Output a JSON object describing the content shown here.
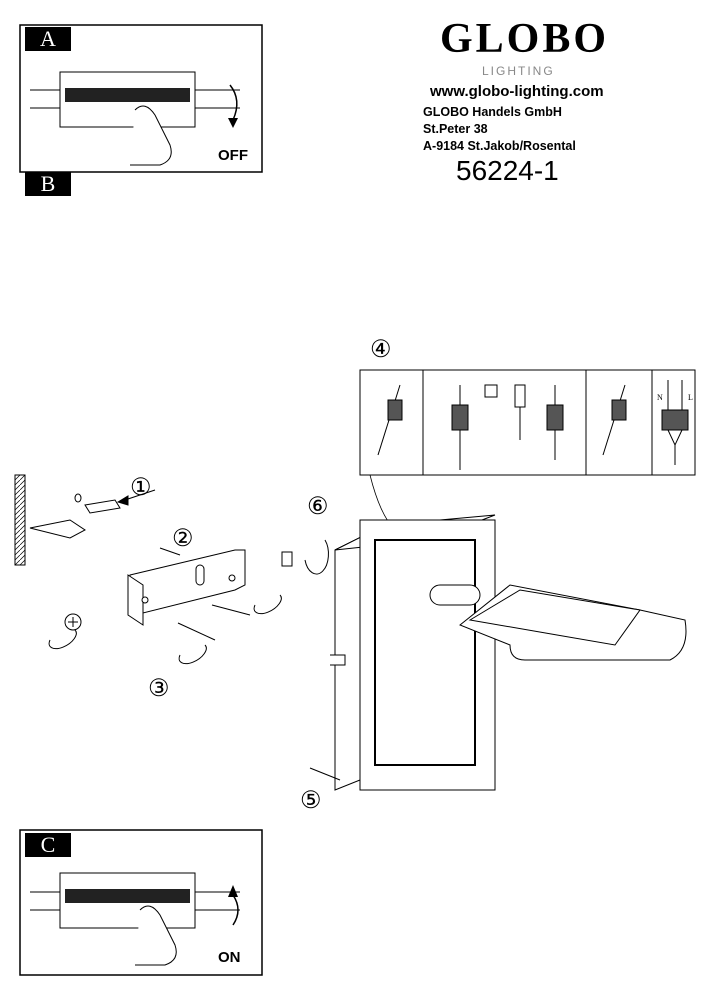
{
  "header": {
    "brand": "GLOBO",
    "brand_sub": "LIGHTING",
    "website": "www.globo-lighting.com",
    "company": "GLOBO Handels GmbH",
    "street": "St.Peter 38",
    "city": "A-9184 St.Jakob/Rosental",
    "model_number": "56224-1"
  },
  "panels": {
    "a": {
      "label": "A",
      "state": "OFF"
    },
    "b": {
      "label": "B"
    },
    "c": {
      "label": "C",
      "state": "ON"
    }
  },
  "steps": [
    "①",
    "②",
    "③",
    "④",
    "⑤",
    "⑥"
  ],
  "wiring": {
    "n": "N",
    "l": "L"
  }
}
